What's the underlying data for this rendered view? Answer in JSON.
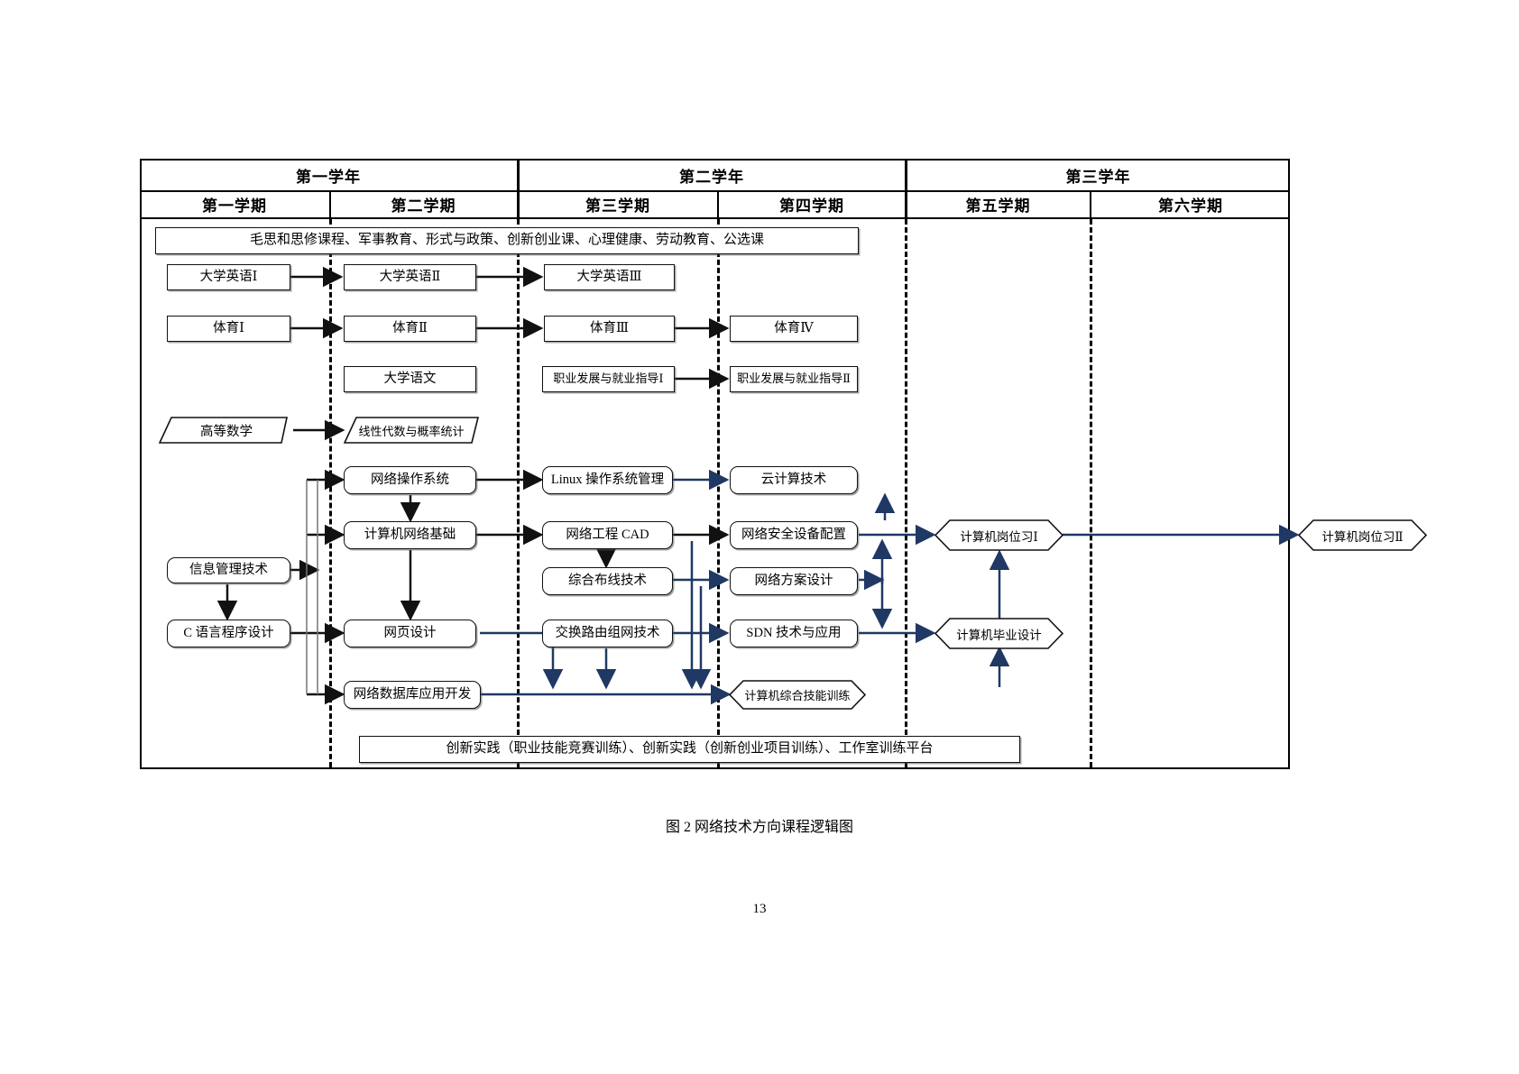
{
  "figure": {
    "caption": "图 2 网络技术方向课程逻辑图",
    "page_number": "13"
  },
  "colors": {
    "line_black": "#111111",
    "line_navy": "#1f3864",
    "border": "#111111",
    "background": "#ffffff"
  },
  "header": {
    "years": [
      {
        "label": "第一学年"
      },
      {
        "label": "第二学年"
      },
      {
        "label": "第三学年"
      }
    ],
    "semesters": [
      {
        "label": "第一学期"
      },
      {
        "label": "第二学期"
      },
      {
        "label": "第三学期"
      },
      {
        "label": "第四学期"
      },
      {
        "label": "第五学期"
      },
      {
        "label": "第六学期"
      }
    ]
  },
  "banners": {
    "top": "毛思和思修课程、军事教育、形式与政策、创新创业课、心理健康、劳动教育、公选课",
    "bottom": "创新实践（职业技能竞赛训练）、创新实践（创新创业项目训练）、工作室训练平台"
  },
  "nodes": {
    "english1": "大学英语Ⅰ",
    "english2": "大学英语Ⅱ",
    "english3": "大学英语Ⅲ",
    "pe1": "体育Ⅰ",
    "pe2": "体育Ⅱ",
    "pe3": "体育Ⅲ",
    "pe4": "体育Ⅳ",
    "chinese": "大学语文",
    "career1": "职业发展与就业指导Ⅰ",
    "career2": "职业发展与就业指导Ⅱ",
    "math": "高等数学",
    "linear": "线性代数与概率统计",
    "netos": "网络操作系统",
    "linux": "Linux 操作系统管理",
    "cloud": "云计算技术",
    "netbase": "计算机网络基础",
    "cad": "网络工程 CAD",
    "security": "网络安全设备配置",
    "cabling": "综合布线技术",
    "netplan": "网络方案设计",
    "infomgmt": "信息管理技术",
    "clang": "C 语言程序设计",
    "webdesign": "网页设计",
    "routing": "交换路由组网技术",
    "sdn": "SDN 技术与应用",
    "database": "网络数据库应用开发",
    "skilltrain": "计算机综合技能训练",
    "intern1": "计算机岗位习Ⅰ",
    "intern2": "计算机岗位习Ⅱ",
    "graduation": "计算机毕业设计"
  }
}
